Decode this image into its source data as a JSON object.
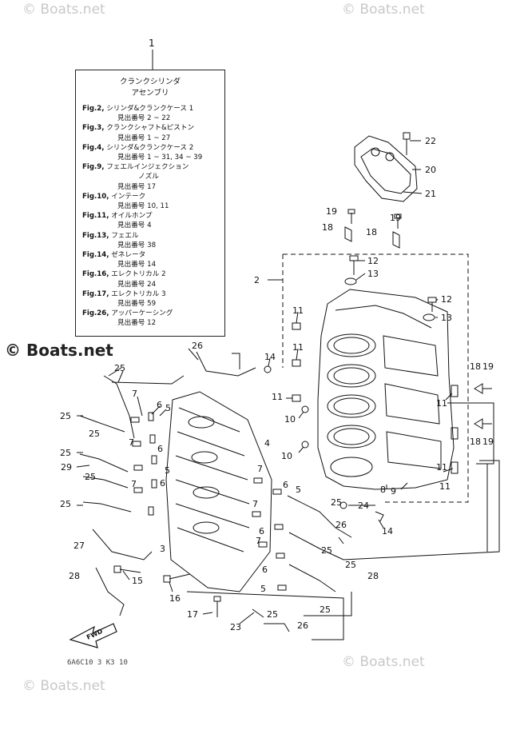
{
  "watermarks": {
    "top_left": "© Boats.net",
    "top_right": "© Boats.net",
    "middle_left": "© Boats.net",
    "bottom_left": "© Boats.net",
    "bottom_right": "© Boats.net"
  },
  "legend": {
    "number": "1",
    "title_line1": "クランクシリンダ",
    "title_line2": "アセンブリ",
    "entries": [
      {
        "fig": "Fig.2,",
        "text": "シリンダ&クランクケース 1",
        "ref": "見出番号 2 ~ 22"
      },
      {
        "fig": "Fig.3,",
        "text": "クランクシャフト&ピストン",
        "ref": "見出番号 1 ~ 27"
      },
      {
        "fig": "Fig.4,",
        "text": "シリンダ&クランクケース 2",
        "ref": "見出番号 1 ~ 31, 34 ~ 39"
      },
      {
        "fig": "Fig.9,",
        "text": "フェエルインジェクション",
        "cont": "ノズル",
        "ref": "見出番号 17"
      },
      {
        "fig": "Fig.10,",
        "text": "インテーク",
        "ref": "見出番号 10, 11"
      },
      {
        "fig": "Fig.11,",
        "text": "オイルホンプ",
        "ref": "見出番号 4"
      },
      {
        "fig": "Fig.13,",
        "text": "フェエル",
        "ref": "見出番号 38"
      },
      {
        "fig": "Fig.14,",
        "text": "ゼネレータ",
        "ref": "見出番号 14"
      },
      {
        "fig": "Fig.16,",
        "text": "エレクトリカル 2",
        "ref": "見出番号 24"
      },
      {
        "fig": "Fig.17,",
        "text": "エレクトリカル 3",
        "ref": "見出番号 59"
      },
      {
        "fig": "Fig.26,",
        "text": "アッパーケーシング",
        "ref": "見出番号 12"
      }
    ]
  },
  "callouts": [
    "2",
    "3",
    "4",
    "5",
    "6",
    "7",
    "8",
    "9",
    "10",
    "11",
    "12",
    "13",
    "14",
    "15",
    "16",
    "17",
    "18",
    "19",
    "20",
    "21",
    "22",
    "23",
    "24",
    "25",
    "26",
    "27",
    "28",
    "29"
  ],
  "fwd_label": "FWD",
  "diagram_code": "6A6C10 3 K3 10"
}
